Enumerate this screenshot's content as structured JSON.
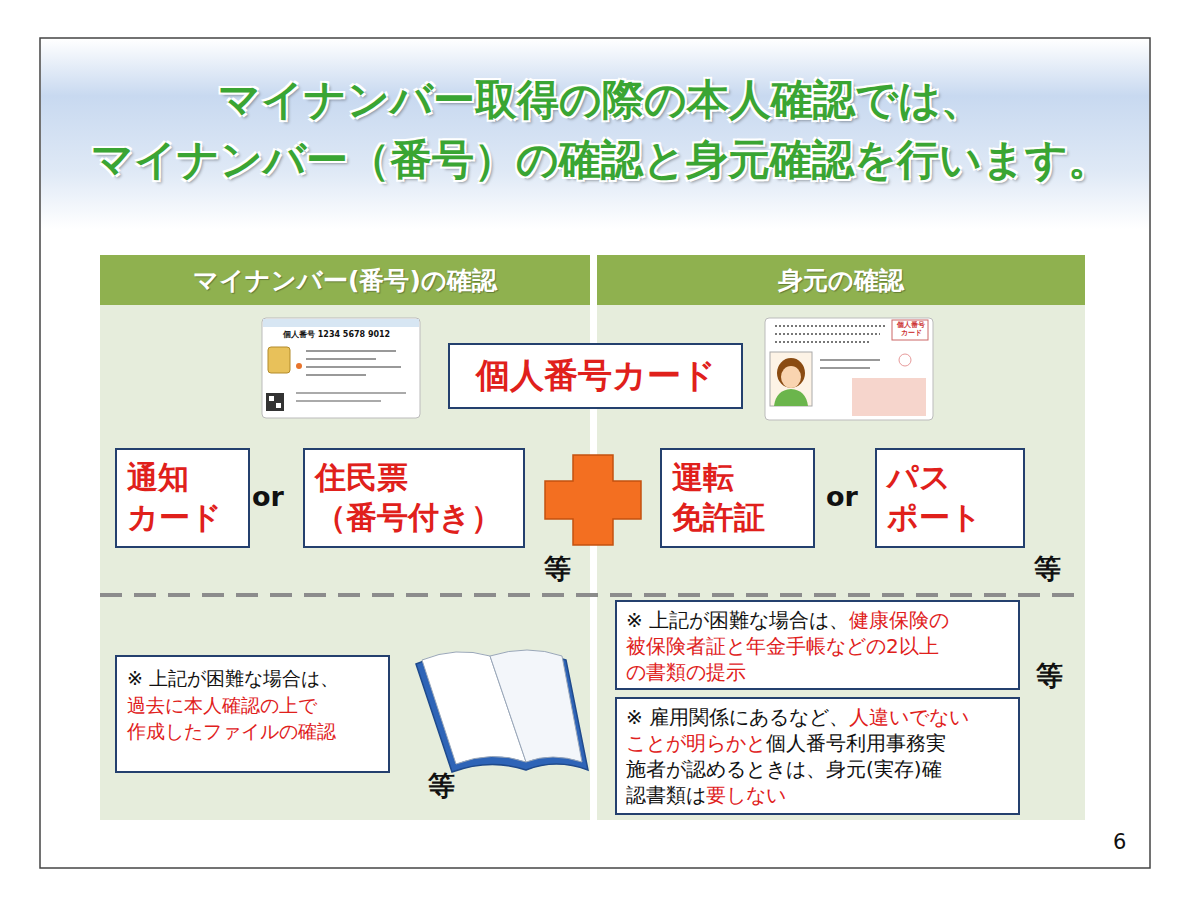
{
  "diagram": {
    "title": "マイナンバー取得の際の本人確認では、 マイナンバー（番号）の確認と身元確認を行います。",
    "nodes": [
      {
        "text": [
          "マイナンバー(番号)の確認"
        ]
      },
      {
        "text": [
          "身元の確認"
        ]
      },
      {
        "text": [
          "個人番号カード"
        ]
      },
      {
        "text": [
          "通知 カード"
        ]
      },
      {
        "text": [
          "住民票 （番号付き）"
        ]
      },
      {
        "text": [
          "運転 免許証"
        ]
      },
      {
        "text": [
          "パス ポート"
        ]
      },
      {
        "text": [
          "※ 上記が困難な場合は、",
          "過去に本人確認の上で 作成したファイルの確認"
        ]
      },
      {
        "text": [
          "※ 上記が困難な場合は、",
          "健康保険の 被保険者証と年金手帳などの2以上 の書類の提示"
        ]
      },
      {
        "text": [
          "※ 雇用関係にあるなど、",
          "人違いでない ことが明らかと",
          "個人番号利用事務実 施者が認めるときは、身元(実存)確 認書類は",
          "要しない"
        ]
      }
    ],
    "labels": [
      "個人番号 1234 5678 9012",
      "個人番号 カード",
      "or",
      "等",
      "or",
      "等",
      "等",
      "等",
      "6"
    ]
  }
}
